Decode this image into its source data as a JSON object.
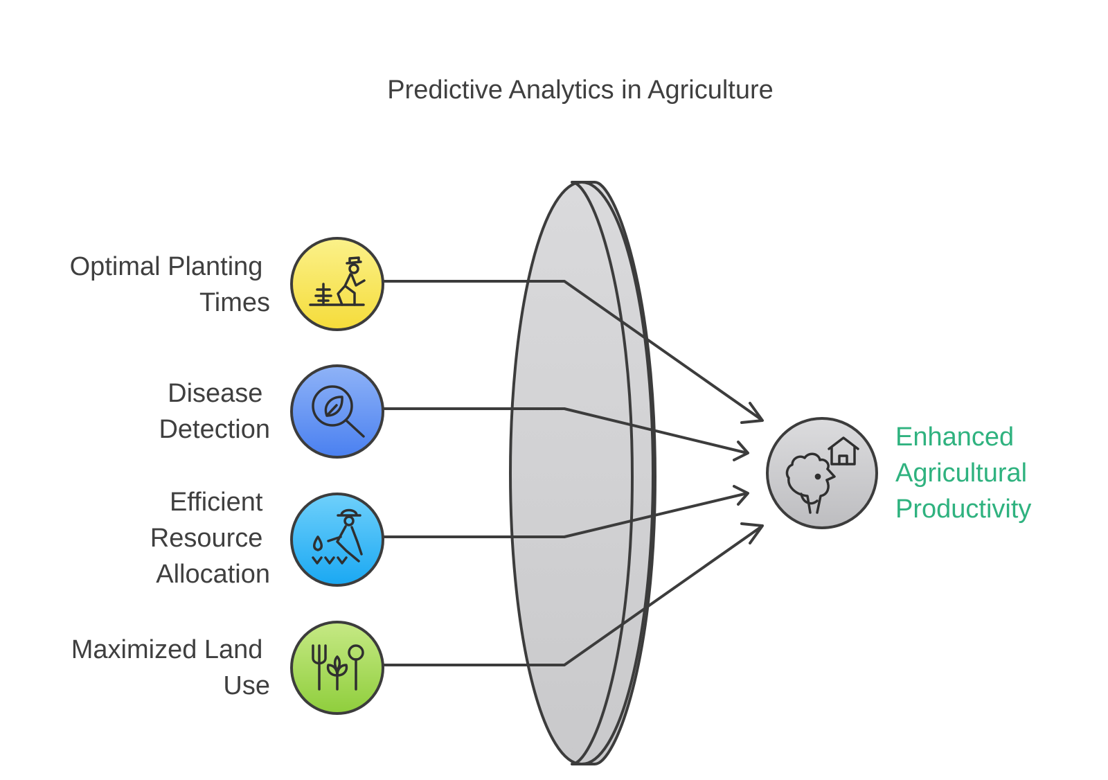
{
  "title": "Predictive Analytics in Agriculture",
  "inputs": [
    {
      "label_lines": [
        "Optimal Planting",
        "Times"
      ],
      "icon": "farmer-planting-icon",
      "color": "#f5dc3a",
      "color_light": "#fbf18a"
    },
    {
      "label_lines": [
        "Disease",
        "Detection"
      ],
      "icon": "leaf-magnifier-icon",
      "color": "#4a80f0",
      "color_light": "#8fb3f7"
    },
    {
      "label_lines": [
        "Efficient",
        "Resource",
        "Allocation"
      ],
      "icon": "farmer-watering-icon",
      "color": "#1aa8f2",
      "color_light": "#6fd0fb"
    },
    {
      "label_lines": [
        "Maximized Land",
        "Use"
      ],
      "icon": "pitchfork-sprout-icon",
      "color": "#8fce3c",
      "color_light": "#c6e985"
    }
  ],
  "output": {
    "label_lines": [
      "Enhanced",
      "Agricultural",
      "Productivity"
    ],
    "icon": "rooster-farmhouse-icon",
    "label_color": "#2fb27f",
    "circle_color": "#c7c7c9"
  },
  "lens": {
    "fill_color": "#d3d3d5",
    "stroke_color": "#3c3c3c"
  }
}
